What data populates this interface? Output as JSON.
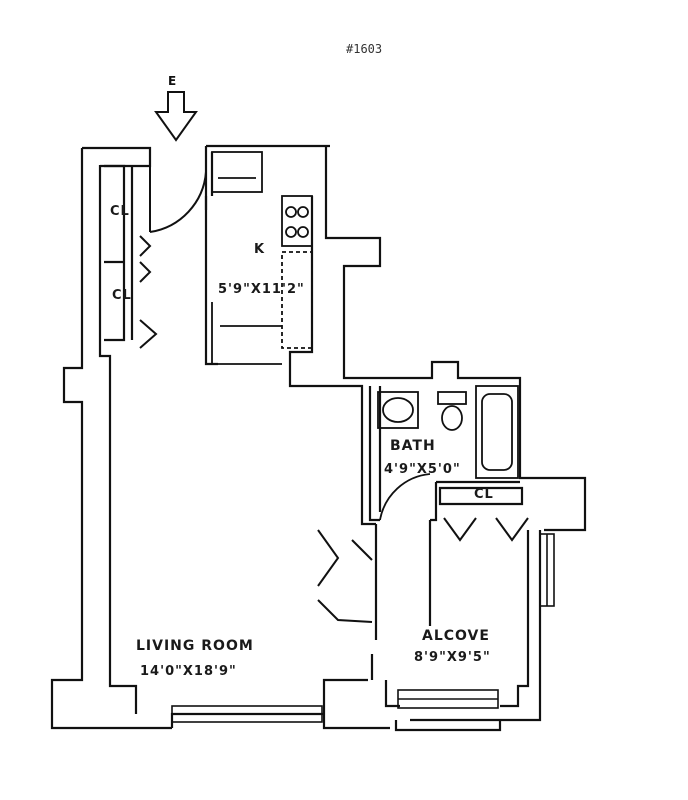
{
  "plan": {
    "unit_number": "#1603",
    "entry_marker": "E",
    "rooms": {
      "closet_upper": {
        "label": "CL"
      },
      "closet_lower": {
        "label": "CL"
      },
      "kitchen": {
        "label": "K",
        "dimensions": "5'9\"X11'2\""
      },
      "bath": {
        "label": "BATH",
        "dimensions": "4'9\"X5'0\""
      },
      "closet_alcove": {
        "label": "CL"
      },
      "living_room": {
        "label": "LIVING ROOM",
        "dimensions": "14'0\"X18'9\""
      },
      "alcove": {
        "label": "ALCOVE",
        "dimensions": "8'9\"X9'5\""
      }
    }
  }
}
